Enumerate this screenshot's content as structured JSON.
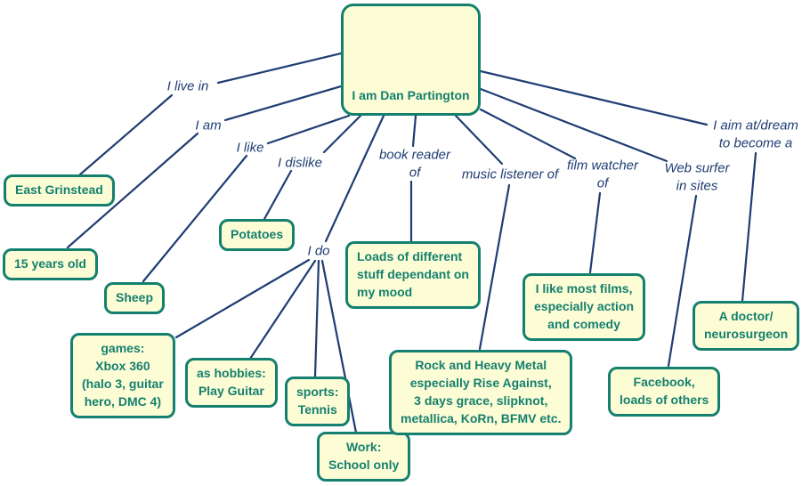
{
  "diagram": {
    "colors": {
      "node_fill": "#fcfcd5",
      "node_border": "#15806f",
      "node_text": "#15806f",
      "connector": "#1f3d73"
    },
    "central_node": {
      "text": "I am Dan Partington"
    },
    "branches": [
      {
        "relation": "I live in",
        "targets": [
          "East Grinstead"
        ]
      },
      {
        "relation": "I am",
        "targets": [
          "15 years old"
        ]
      },
      {
        "relation": "I like",
        "targets": [
          "Sheep"
        ]
      },
      {
        "relation": "I dislike",
        "targets": [
          "Potatoes"
        ]
      },
      {
        "relation": "I do",
        "targets": [
          "games:\nXbox 360\n(halo 3, guitar\nhero, DMC 4)",
          "as hobbies:\nPlay Guitar",
          "sports:\nTennis",
          "Work:\nSchool only"
        ]
      },
      {
        "relation": "book reader\nof",
        "targets": [
          "Loads of different\nstuff dependant on\nmy mood"
        ]
      },
      {
        "relation": "music listener of",
        "targets": [
          "Rock and Heavy Metal\nespecially Rise Against,\n3 days grace, slipknot,\nmetallica, KoRn, BFMV etc."
        ]
      },
      {
        "relation": "film watcher\nof",
        "targets": [
          "I like most films,\nespecially action\nand comedy"
        ]
      },
      {
        "relation": "Web surfer\nin sites",
        "targets": [
          "Facebook,\nloads of others"
        ]
      },
      {
        "relation": "I aim at/dream\nto become a",
        "targets": [
          "A doctor/\nneurosurgeon"
        ]
      }
    ]
  }
}
